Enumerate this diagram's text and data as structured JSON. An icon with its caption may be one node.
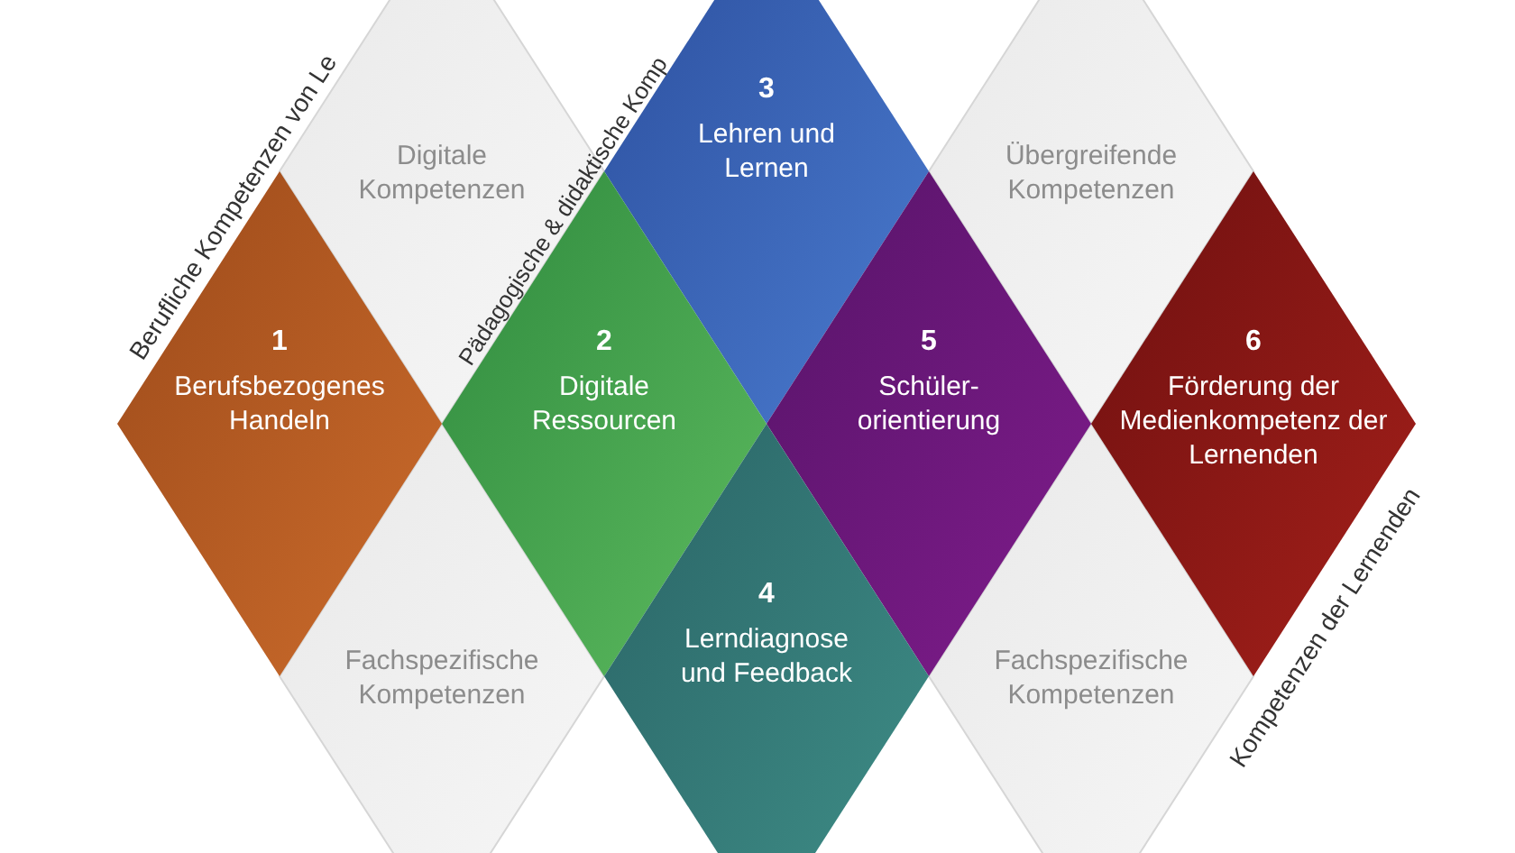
{
  "diagram": {
    "nodes": [
      {
        "text": [
          "Digitale Kompetenzen"
        ]
      },
      {
        "text": [
          "3",
          "Lehren und Lernen"
        ]
      },
      {
        "text": [
          "Übergreifende Kompetenzen"
        ]
      },
      {
        "text": [
          "1",
          "Berufsbezogenes Handeln"
        ]
      },
      {
        "text": [
          "2",
          "Digitale Ressourcen"
        ]
      },
      {
        "text": [
          "5",
          "Schüler-orientierung"
        ]
      },
      {
        "text": [
          "6",
          "Förderung der Medienkompetenz der Lernenden"
        ]
      },
      {
        "text": [
          "Fachspezifische Kompetenzen"
        ]
      },
      {
        "text": [
          "4",
          "Lerndiagnose und Feedback"
        ]
      },
      {
        "text": [
          "Fachspezifische Kompetenzen"
        ]
      }
    ],
    "labels": [
      "Berufliche Kompetenzen von Le",
      "Pädagogische & didaktische Komp",
      "Kompetenzen der Lernenden"
    ]
  }
}
